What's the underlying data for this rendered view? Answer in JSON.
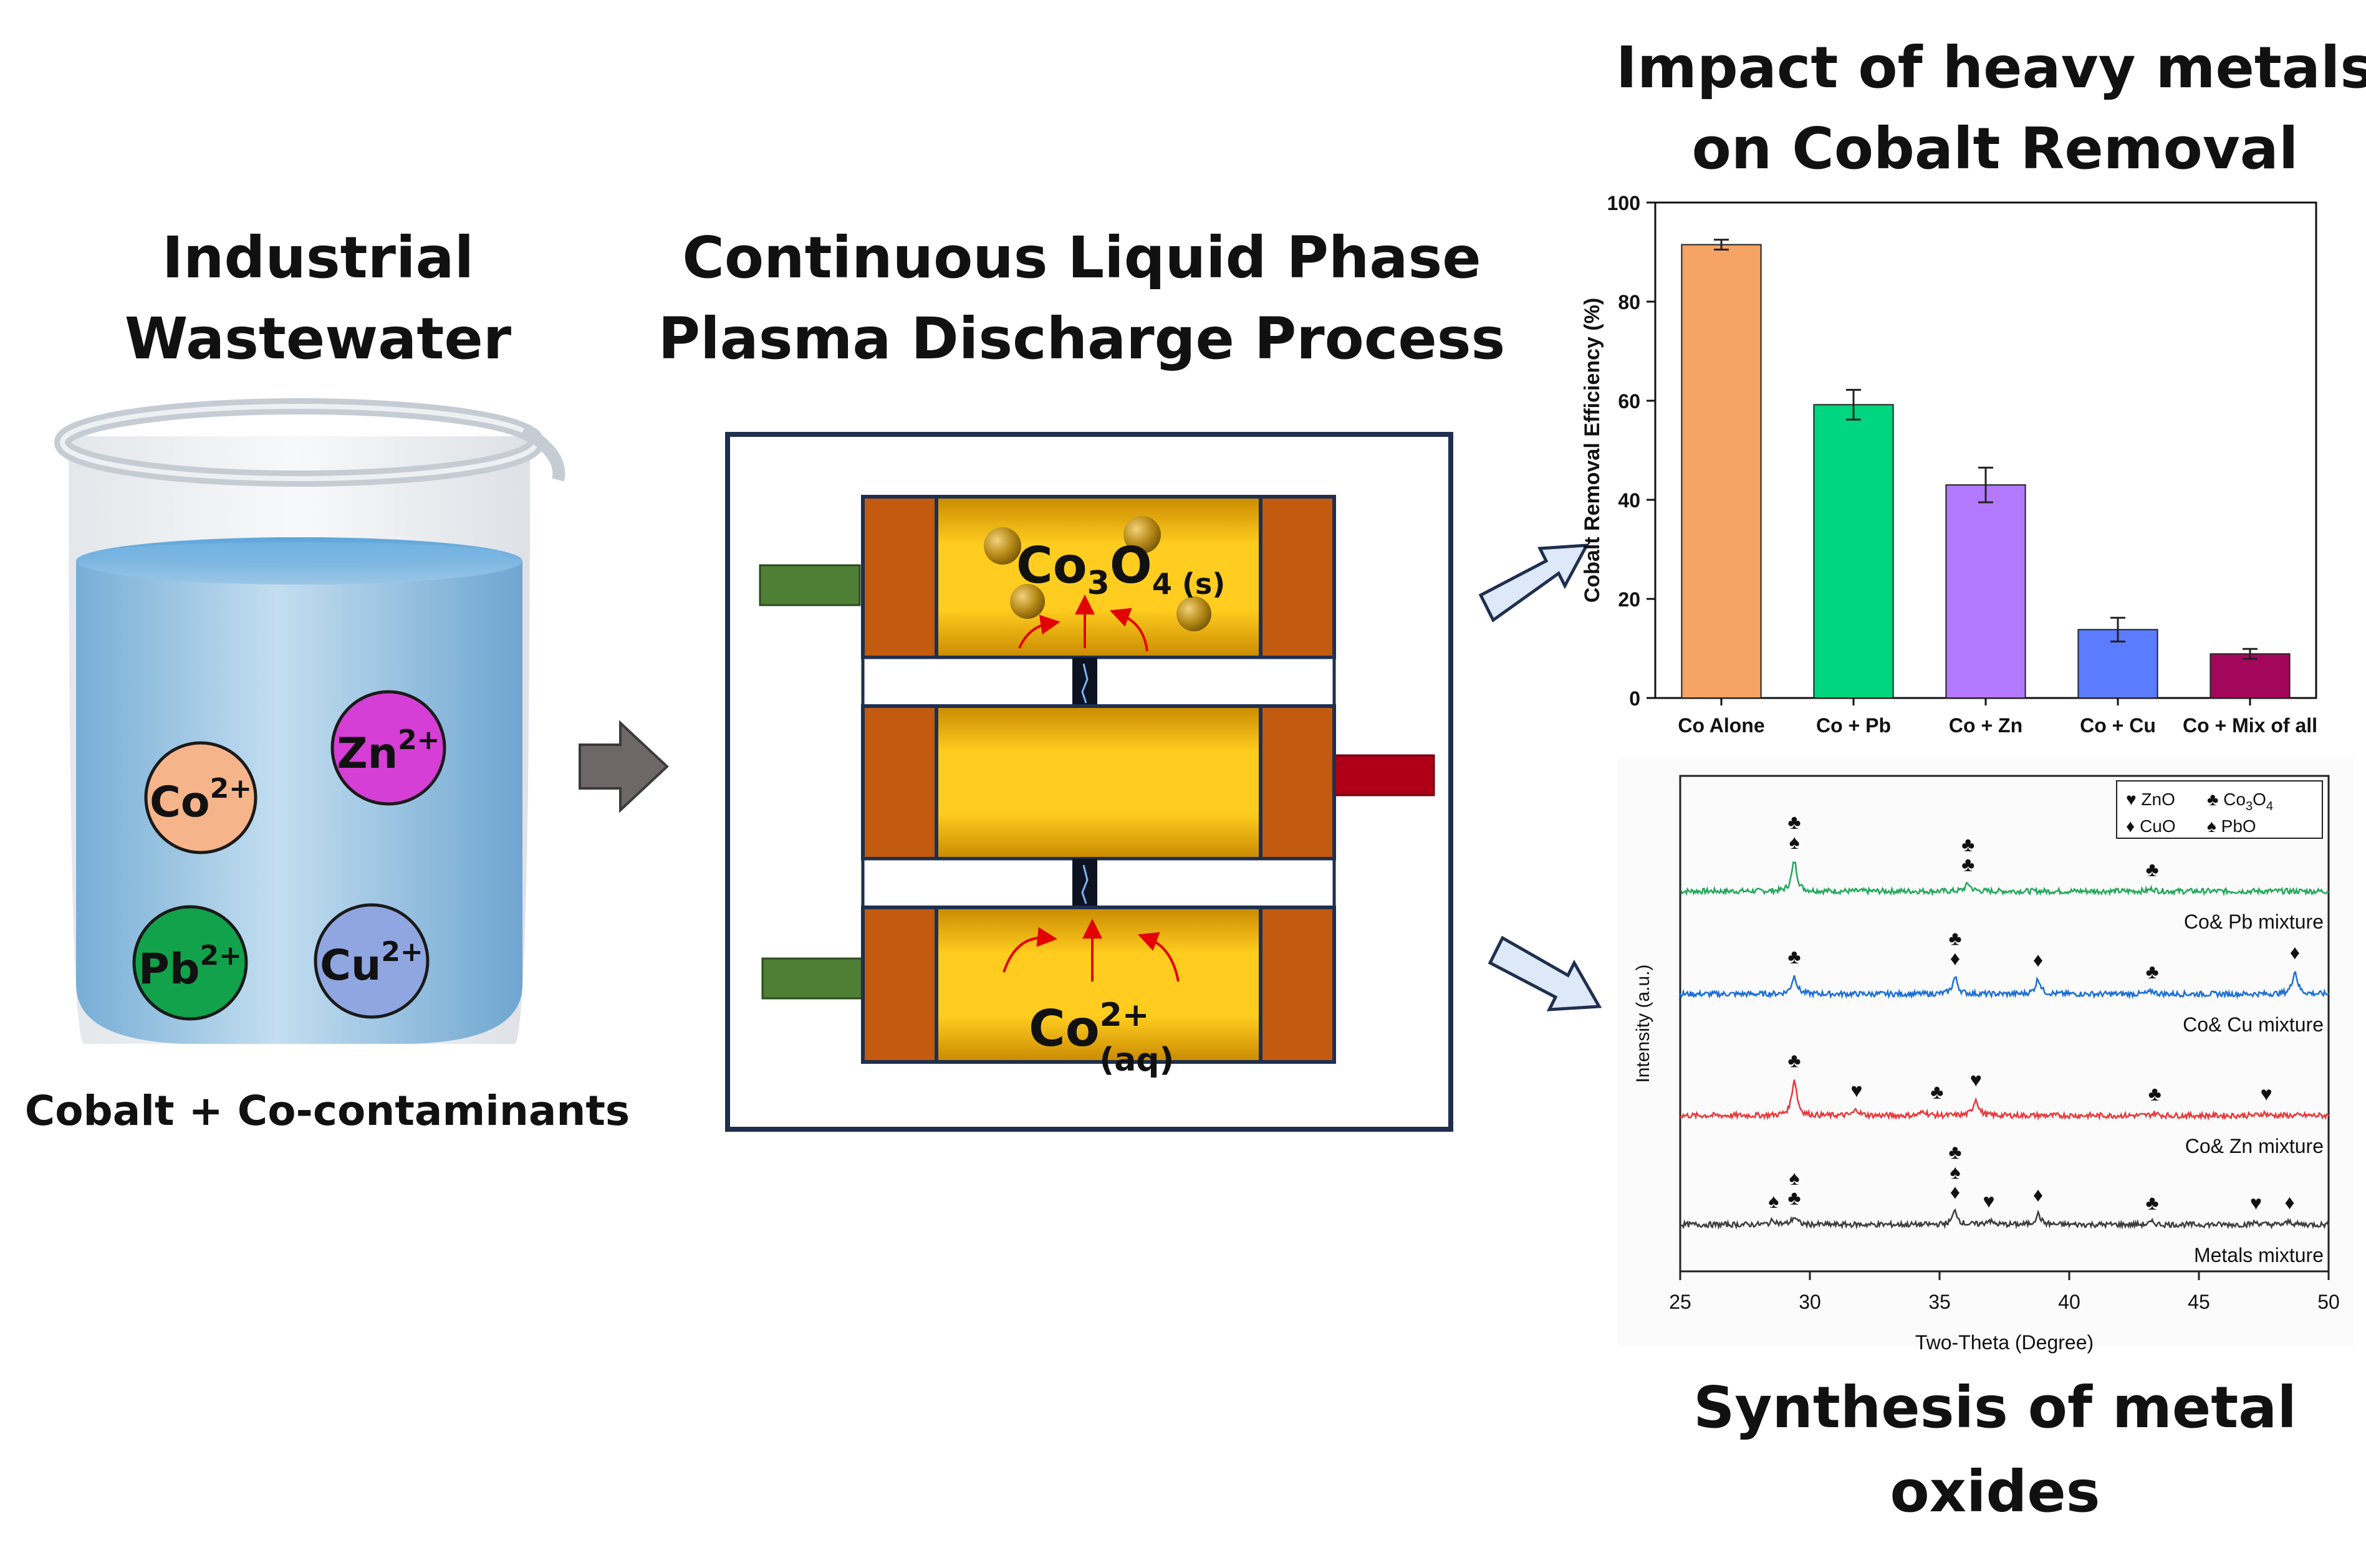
{
  "wastewater": {
    "title_line1": "Industrial",
    "title_line2": "Wastewater",
    "caption": "Cobalt + Co-contaminants",
    "ions": [
      {
        "symbol": "Co",
        "charge": "2+",
        "color": "#f5b48a"
      },
      {
        "symbol": "Zn",
        "charge": "2+",
        "color": "#d53fd5"
      },
      {
        "symbol": "Pb",
        "charge": "2+",
        "color": "#12a24b"
      },
      {
        "symbol": "Cu",
        "charge": "2+",
        "color": "#8fa6e0"
      }
    ]
  },
  "process": {
    "title_line1": "Continuous Liquid Phase",
    "title_line2": "Plasma Discharge Process",
    "product_base": "Co",
    "product_sub1": "3",
    "product_mid": "O",
    "product_sub2": "4 (s)",
    "reactant_base": "Co",
    "reactant_sup": "2+",
    "reactant_sub": "(aq)"
  },
  "removal": {
    "title_line1": "Impact of heavy metals",
    "title_line2": "on Cobalt Removal"
  },
  "oxides": {
    "title_line1": "Synthesis of metal",
    "title_line2": "oxides"
  },
  "chart_data": [
    {
      "type": "bar",
      "categories": [
        "Co Alone",
        "Co + Pb",
        "Co + Zn",
        "Co + Cu",
        "Co + Mix of all"
      ],
      "values": [
        91.5,
        59.2,
        43.0,
        13.8,
        8.9
      ],
      "errors": [
        1.0,
        3.0,
        3.5,
        2.4,
        1.0
      ],
      "colors": [
        "#f5a364",
        "#00d67f",
        "#b37aff",
        "#5c7cff",
        "#a3075c"
      ],
      "ylabel": "Cobalt Removal Efficiency (%)",
      "ylim": [
        0,
        100
      ],
      "yticks": [
        0,
        20,
        40,
        60,
        80,
        100
      ]
    },
    {
      "type": "line",
      "xlabel": "Two-Theta (Degree)",
      "ylabel": "Intensity (a.u.)",
      "xlim": [
        25,
        50
      ],
      "xticks": [
        25,
        30,
        35,
        40,
        45,
        50
      ],
      "legend": {
        "items": [
          {
            "symbol": "♥",
            "base": "ZnO",
            "sub1": "",
            "mid": "",
            "sub2": ""
          },
          {
            "symbol": "♣",
            "base": "Co",
            "sub1": "3",
            "mid": "O",
            "sub2": "4"
          },
          {
            "symbol": "♦",
            "base": "CuO",
            "sub1": "",
            "mid": "",
            "sub2": ""
          },
          {
            "symbol": "♠",
            "base": "PbO",
            "sub1": "",
            "mid": "",
            "sub2": ""
          }
        ]
      },
      "series": [
        {
          "name": "Co& Pb mixture",
          "color": "#21a85a",
          "peaks": [
            [
              29.4,
              1.0
            ],
            [
              36.1,
              0.25
            ],
            [
              43.2,
              0.08
            ]
          ],
          "markers": [
            {
              "x": 29.4,
              "syms": "♣♠"
            },
            {
              "x": 36.1,
              "syms": "♣♣"
            },
            {
              "x": 43.2,
              "syms": "♣"
            }
          ]
        },
        {
          "name": "Co& Cu mixture",
          "color": "#1b6fd6",
          "peaks": [
            [
              29.4,
              0.6
            ],
            [
              35.6,
              0.55
            ],
            [
              38.8,
              0.5
            ],
            [
              43.2,
              0.1
            ],
            [
              48.7,
              0.75
            ]
          ],
          "markers": [
            {
              "x": 29.4,
              "syms": "♣"
            },
            {
              "x": 35.6,
              "syms": "♣♦"
            },
            {
              "x": 38.8,
              "syms": "♦"
            },
            {
              "x": 43.2,
              "syms": "♣"
            },
            {
              "x": 48.7,
              "syms": "♦"
            }
          ]
        },
        {
          "name": "Co& Zn mixture",
          "color": "#e8383a",
          "peaks": [
            [
              29.4,
              1.2
            ],
            [
              31.8,
              0.2
            ],
            [
              34.4,
              0.15
            ],
            [
              36.4,
              0.55
            ],
            [
              43.3,
              0.08
            ],
            [
              47.5,
              0.08
            ]
          ],
          "markers": [
            {
              "x": 29.4,
              "syms": "♣"
            },
            {
              "x": 31.8,
              "syms": "♥"
            },
            {
              "x": 34.9,
              "syms": "♣"
            },
            {
              "x": 36.4,
              "syms": "♥"
            },
            {
              "x": 43.3,
              "syms": "♣"
            },
            {
              "x": 47.6,
              "syms": "♥"
            }
          ]
        },
        {
          "name": "Metals mixture",
          "color": "#3d3d3d",
          "peaks": [
            [
              28.6,
              0.15
            ],
            [
              29.4,
              0.25
            ],
            [
              35.6,
              0.45
            ],
            [
              36.9,
              0.15
            ],
            [
              38.8,
              0.35
            ],
            [
              43.2,
              0.08
            ],
            [
              47.2,
              0.08
            ],
            [
              48.5,
              0.1
            ]
          ],
          "markers": [
            {
              "x": 28.6,
              "syms": "♠"
            },
            {
              "x": 29.4,
              "syms": "♠♣"
            },
            {
              "x": 35.6,
              "syms": "♣♠♦"
            },
            {
              "x": 36.9,
              "syms": "♥"
            },
            {
              "x": 38.8,
              "syms": "♦"
            },
            {
              "x": 43.2,
              "syms": "♣"
            },
            {
              "x": 47.2,
              "syms": "♥"
            },
            {
              "x": 48.5,
              "syms": "♦"
            }
          ]
        }
      ]
    }
  ]
}
